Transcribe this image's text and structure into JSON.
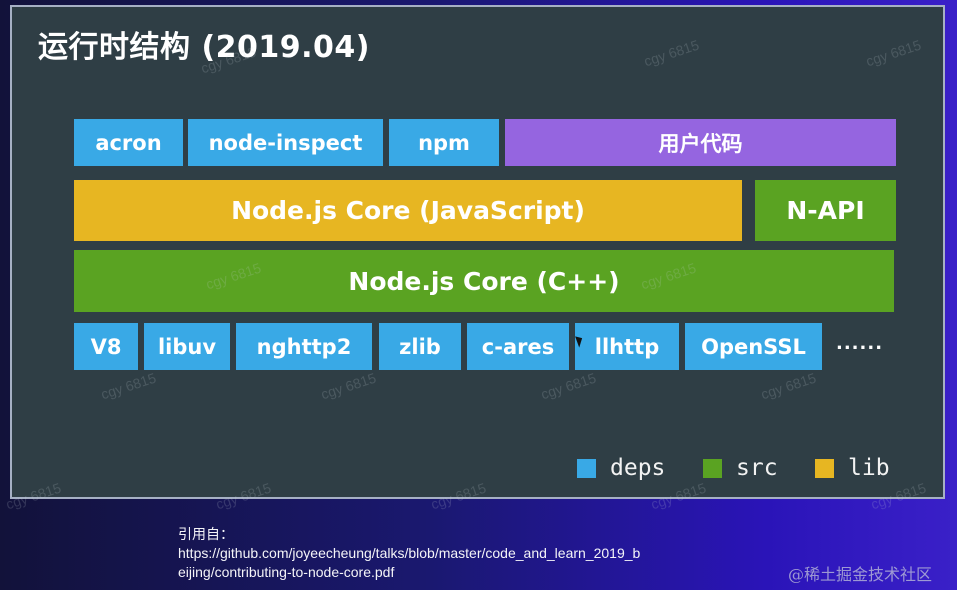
{
  "slide": {
    "title": "运行时结构 (2019.04)",
    "rows": [
      [
        {
          "label": "acron",
          "type": "deps"
        },
        {
          "label": "node-inspect",
          "type": "deps"
        },
        {
          "label": "npm",
          "type": "deps"
        },
        {
          "label": "用户代码",
          "type": "user"
        }
      ],
      [
        {
          "label": "Node.js Core (JavaScript)",
          "type": "lib"
        },
        {
          "label": "N-API",
          "type": "src"
        }
      ],
      [
        {
          "label": "Node.js Core (C++)",
          "type": "src"
        }
      ],
      [
        {
          "label": "V8",
          "type": "deps"
        },
        {
          "label": "libuv",
          "type": "deps"
        },
        {
          "label": "nghttp2",
          "type": "deps"
        },
        {
          "label": "zlib",
          "type": "deps"
        },
        {
          "label": "c-ares",
          "type": "deps"
        },
        {
          "label": "llhttp",
          "type": "deps"
        },
        {
          "label": "OpenSSL",
          "type": "deps"
        }
      ]
    ],
    "more": "......",
    "legend": [
      {
        "label": "deps",
        "color": "#39a9e6"
      },
      {
        "label": "src",
        "color": "#5aa322"
      },
      {
        "label": "lib",
        "color": "#e7b622"
      }
    ],
    "colors": {
      "deps": "#39a9e6",
      "src": "#5aa322",
      "lib": "#e7b622",
      "user": "#9565e0"
    }
  },
  "citation": {
    "label": "引用自：",
    "line1": "https://github.com/joyeecheung/talks/blob/master/code_and_learn_2019_b",
    "line2": "eijing/contributing-to-node-core.pdf"
  },
  "watermark": "cgy 6815",
  "credit": "@稀土掘金技术社区"
}
